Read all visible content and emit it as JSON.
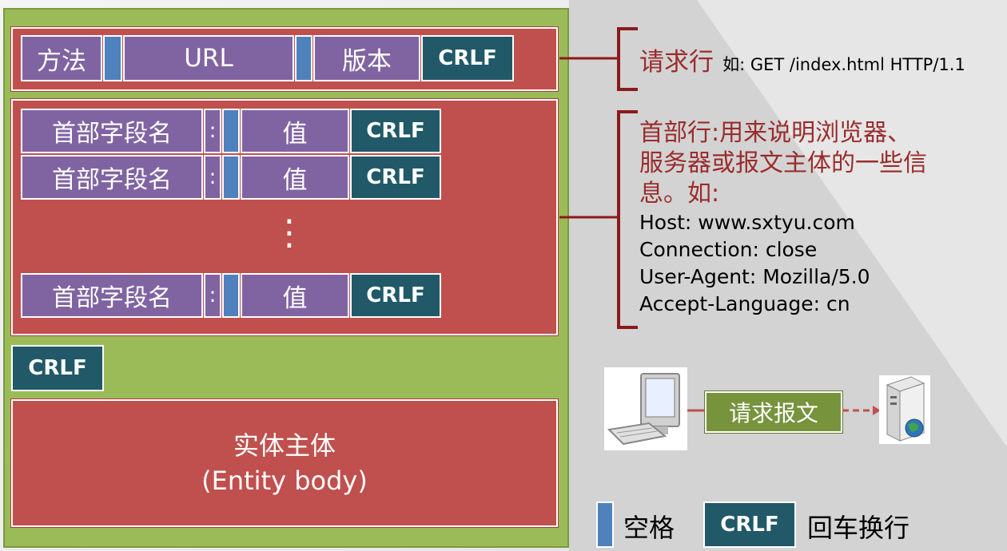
{
  "request_line": {
    "method": "方法",
    "url": "URL",
    "version": "版本",
    "crlf": "CRLF"
  },
  "header_rows": [
    {
      "name": "首部字段名",
      "colon": ":",
      "value": "值",
      "crlf": "CRLF"
    },
    {
      "name": "首部字段名",
      "colon": ":",
      "value": "值",
      "crlf": "CRLF"
    },
    {
      "name": "首部字段名",
      "colon": ":",
      "value": "值",
      "crlf": "CRLF"
    }
  ],
  "ellipsis": "⋮",
  "blank_line_crlf": "CRLF",
  "entity_body": {
    "line1": "实体主体",
    "line2": "(Entity body)"
  },
  "annotations": {
    "request_line_label": "请求行",
    "request_line_example": "如: GET /index.html HTTP/1.1",
    "header_desc_1": "首部行:用来说明浏览器、",
    "header_desc_2": "服务器或报文主体的一些信",
    "header_desc_3": "息。如:",
    "header_examples": [
      "Host: www.sxtyu.com",
      "Connection: close",
      "User-Agent: Mozilla/5.0",
      "Accept-Language: cn"
    ]
  },
  "flow": {
    "client_icon": "computer-icon",
    "message_label": "请求报文",
    "server_icon": "server-icon"
  },
  "legend": {
    "space_label": "空格",
    "crlf_box": "CRLF",
    "crlf_label": "回车换行"
  },
  "colors": {
    "outer_green": "#9bbb59",
    "section_red": "#c0504d",
    "field_purple": "#8064a2",
    "crlf_teal": "#215968",
    "space_blue": "#4f81bd",
    "bracket_darkred": "#8b1a1a",
    "message_green": "#77933c"
  }
}
